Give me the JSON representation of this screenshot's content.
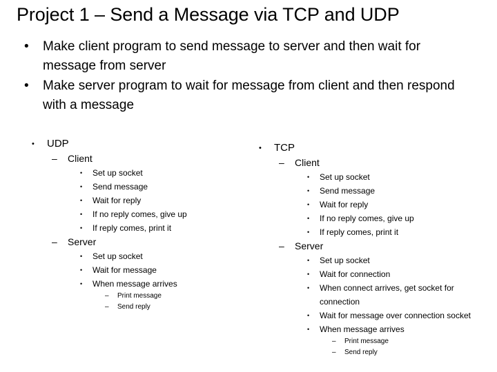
{
  "slide": {
    "title": "Project 1 – Send a Message via TCP and UDP",
    "background_color": "#ffffff",
    "text_color": "#000000",
    "bullet_glyphs": {
      "disc": "•",
      "dash": "–"
    },
    "overview_bullets": [
      "Make client program to send message to server and then wait for message from server",
      "Make server program to wait for message from client and then respond with a message"
    ],
    "columns": [
      {
        "heading": "UDP",
        "sections": [
          {
            "label": "Client",
            "items": [
              {
                "text": "Set up socket",
                "subitems": []
              },
              {
                "text": "Send message",
                "subitems": []
              },
              {
                "text": "Wait for reply",
                "subitems": []
              },
              {
                "text": "If no reply comes, give up",
                "subitems": []
              },
              {
                "text": "If reply comes, print it",
                "subitems": []
              }
            ]
          },
          {
            "label": "Server",
            "items": [
              {
                "text": "Set up socket",
                "subitems": []
              },
              {
                "text": "Wait for message",
                "subitems": []
              },
              {
                "text": "When message arrives",
                "subitems": [
                  "Print message",
                  "Send reply"
                ]
              }
            ]
          }
        ]
      },
      {
        "heading": "TCP",
        "sections": [
          {
            "label": "Client",
            "items": [
              {
                "text": "Set up socket",
                "subitems": []
              },
              {
                "text": "Send message",
                "subitems": []
              },
              {
                "text": "Wait for reply",
                "subitems": []
              },
              {
                "text": "If no reply comes, give up",
                "subitems": []
              },
              {
                "text": "If reply comes, print it",
                "subitems": []
              }
            ]
          },
          {
            "label": "Server",
            "items": [
              {
                "text": "Set up socket",
                "subitems": []
              },
              {
                "text": "Wait for connection",
                "subitems": []
              },
              {
                "text": "When connect arrives, get socket for  connection",
                "subitems": []
              },
              {
                "text": "Wait for message over connection socket",
                "subitems": []
              },
              {
                "text": "When message arrives",
                "subitems": [
                  "Print message",
                  "Send reply"
                ]
              }
            ]
          }
        ]
      }
    ]
  }
}
